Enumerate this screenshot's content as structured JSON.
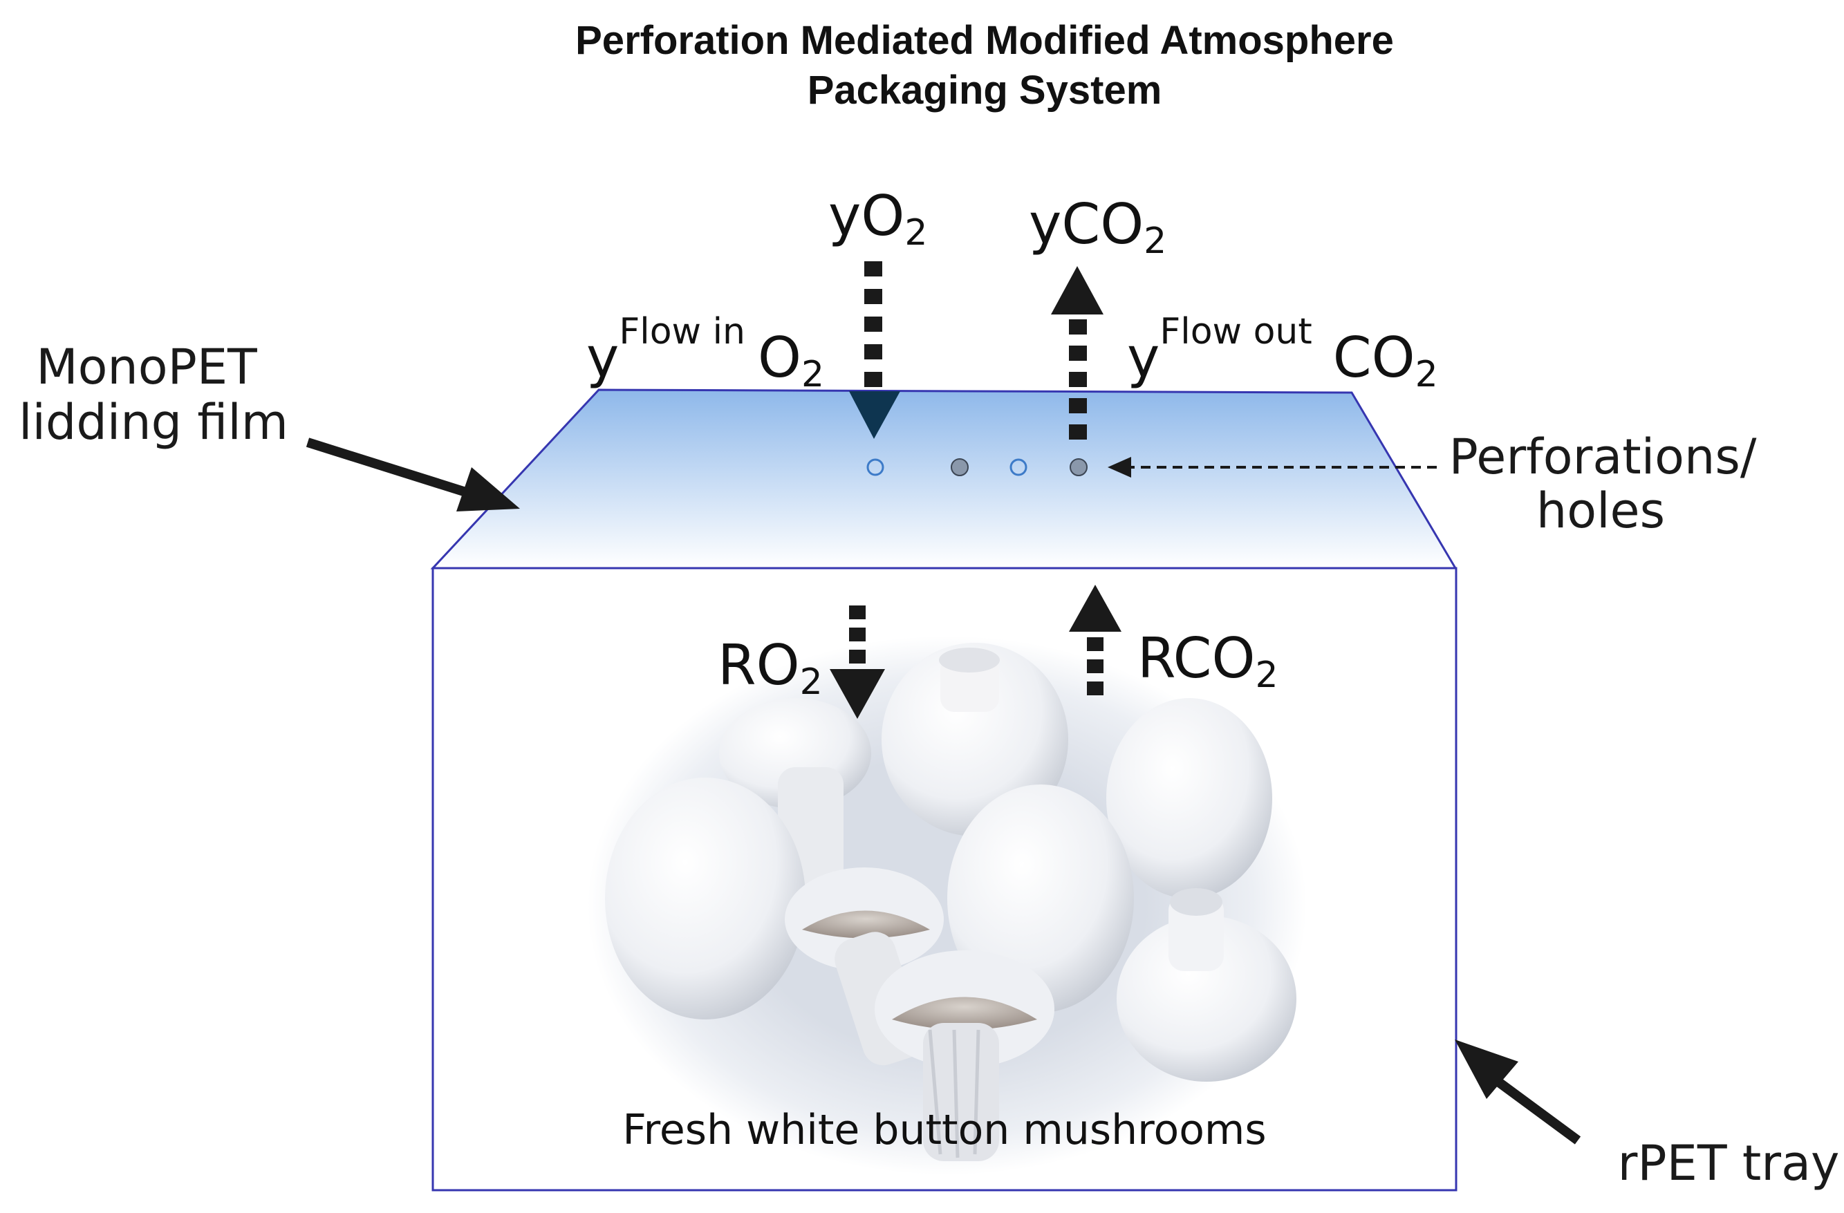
{
  "title": {
    "line1": "Perforation Mediated Modified Atmosphere",
    "line2": "Packaging System"
  },
  "labels": {
    "lidding_film_line1": "MonoPET",
    "lidding_film_line2": "lidding  film",
    "perforations_line1": "Perforations/",
    "perforations_line2": "holes",
    "tray": "rPET tray",
    "contents": "Fresh white button mushrooms"
  },
  "gas_terms": {
    "yO2": {
      "base": "yO",
      "sub": "2"
    },
    "yCO2": {
      "base": "yCO",
      "sub": "2"
    },
    "flow_in": {
      "y": "y",
      "sup": "Flow in",
      "gas": "O",
      "sub": "2"
    },
    "flow_out": {
      "y": "y",
      "sup": "Flow out",
      "gas": "CO",
      "sub": "2"
    },
    "RO2": {
      "base": "RO",
      "sub": "2"
    },
    "RCO2": {
      "base": "RCO",
      "sub": "2"
    }
  },
  "colors": {
    "film_top": "#8eb8ea",
    "film_bottom": "#ffffff",
    "outline": "#3636b0",
    "arrow": "#1a1a1a",
    "arrowhead_in": "#0e3550",
    "hole_open": "#3d7bc8",
    "hole_filled": "#8a98ab"
  },
  "icons": [
    "mushroom-illustration",
    "arrow-down-icon",
    "arrow-up-icon"
  ]
}
